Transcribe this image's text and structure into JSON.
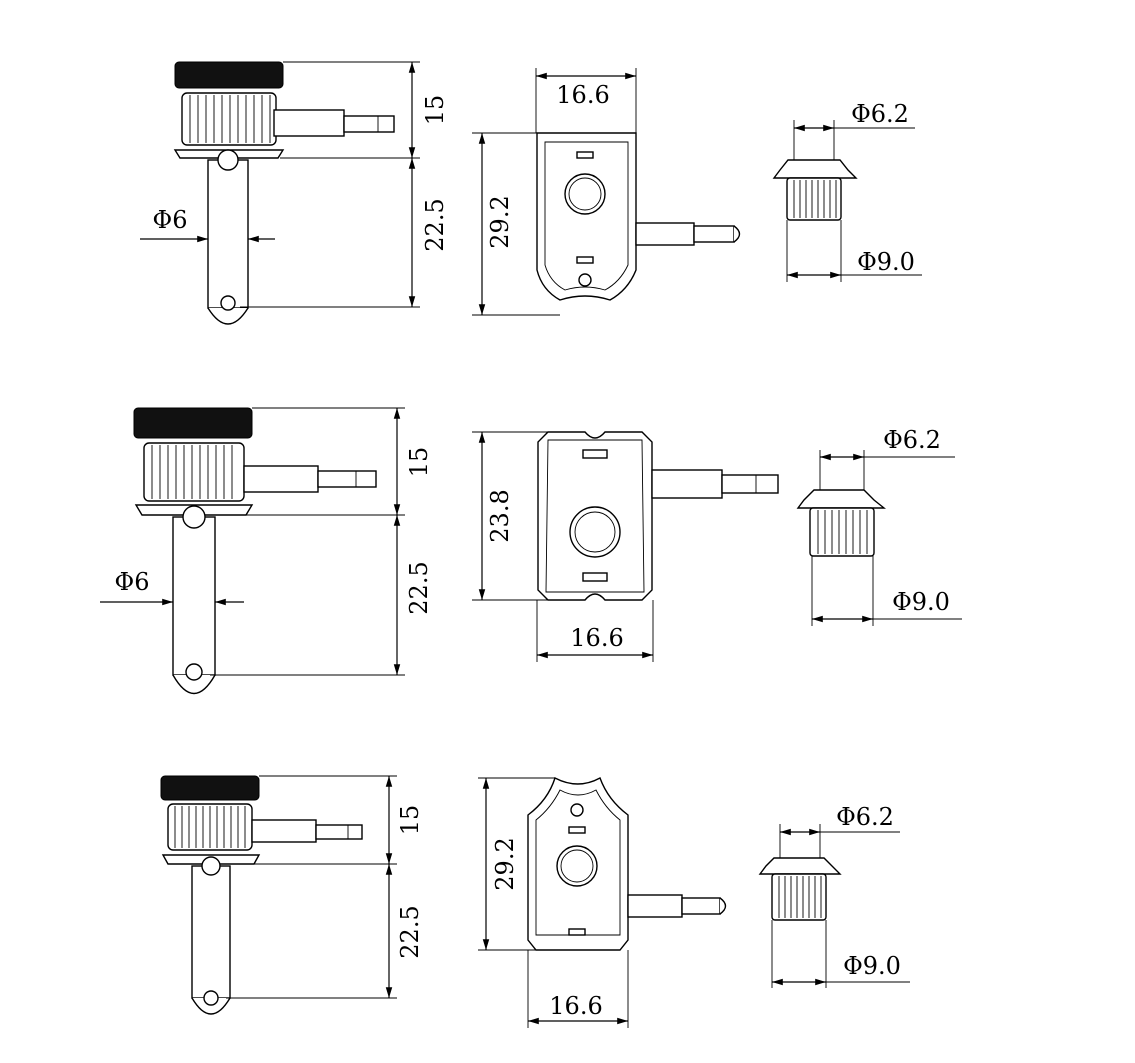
{
  "rows": [
    {
      "side": {
        "height_top": "15",
        "height_bottom": "22.5",
        "shaft_dia": "Φ6"
      },
      "plate": {
        "width": "16.6",
        "height": "29.2"
      },
      "bushing": {
        "top_dia": "Φ6.2",
        "bottom_dia": "Φ9.0"
      }
    },
    {
      "side": {
        "height_top": "15",
        "height_bottom": "22.5",
        "shaft_dia": "Φ6"
      },
      "plate": {
        "width": "16.6",
        "height": "23.8"
      },
      "bushing": {
        "top_dia": "Φ6.2",
        "bottom_dia": "Φ9.0"
      }
    },
    {
      "side": {
        "height_top": "15",
        "height_bottom": "22.5"
      },
      "plate": {
        "width": "16.6",
        "height": "29.2"
      },
      "bushing": {
        "top_dia": "Φ6.2",
        "bottom_dia": "Φ9.0"
      }
    }
  ]
}
